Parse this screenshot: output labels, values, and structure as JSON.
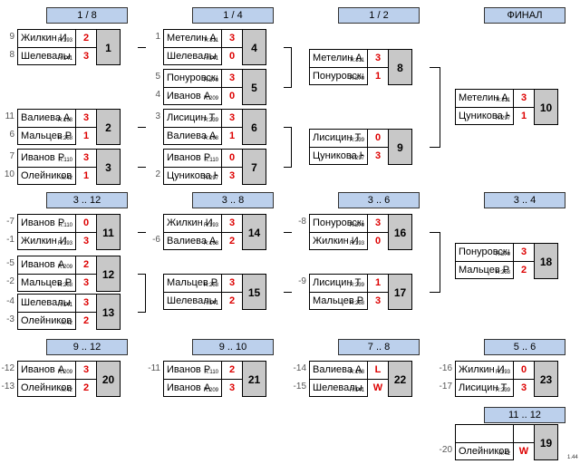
{
  "headers": {
    "r16": "1 / 8",
    "qf": "1 / 4",
    "sf": "1 / 2",
    "final": "ФИНАЛ",
    "p3_12": "3 .. 12",
    "p3_8": "3 .. 8",
    "p3_6": "3 .. 6",
    "p3_4": "3 .. 4",
    "p9_12": "9 .. 12",
    "p9_10": "9 .. 10",
    "p7_8": "7 .. 8",
    "p5_6": "5 .. 6",
    "p11_12": "11 .. 12"
  },
  "matches": {
    "m1": {
      "num": "1",
      "seed1": "9",
      "seed2": "8",
      "p1": "Жилкин И",
      "r1": "R:193",
      "s1": "2",
      "p2": "Шелевальнова",
      "r2": "R:141",
      "s2": "3"
    },
    "m2": {
      "num": "2",
      "seed1": "11",
      "seed2": "6",
      "p1": "Валиева А",
      "r1": "R:168",
      "s1": "3",
      "p2": "Мальцев Р",
      "r2": "R:268",
      "s2": "1"
    },
    "m3": {
      "num": "3",
      "seed1": "7",
      "seed2": "10",
      "p1": "Иванов Р",
      "r1": "R:110",
      "s1": "3",
      "p2": "Олейников А",
      "r2": "R:42",
      "s2": "1"
    },
    "m4": {
      "num": "4",
      "seed1": "1",
      "seed2": "",
      "p1": "Метелин А",
      "r1": "R:311",
      "s1": "3",
      "p2": "Шелевальнова",
      "r2": "R:141",
      "s2": "0"
    },
    "m5": {
      "num": "5",
      "seed1": "5",
      "seed2": "4",
      "p1": "Понуровская А",
      "r1": "R:270",
      "s1": "3",
      "p2": "Иванов А",
      "r2": "R:209",
      "s2": "0"
    },
    "m6": {
      "num": "6",
      "seed1": "3",
      "seed2": "",
      "p1": "Лисицин Т",
      "r1": "R:239",
      "s1": "3",
      "p2": "Валиева А",
      "r2": "R:168",
      "s2": "1"
    },
    "m7": {
      "num": "7",
      "seed1": "",
      "seed2": "2",
      "p1": "Иванов Р",
      "r1": "R:110",
      "s1": "0",
      "p2": "Цуникова Н",
      "r2": "R:297",
      "s2": "3"
    },
    "m8": {
      "num": "8",
      "seed1": "",
      "seed2": "",
      "p1": "Метелин А",
      "r1": "R:311",
      "s1": "3",
      "p2": "Понуровская А",
      "r2": "R:270",
      "s2": "1"
    },
    "m9": {
      "num": "9",
      "seed1": "",
      "seed2": "",
      "p1": "Лисицин Т",
      "r1": "R:239",
      "s1": "0",
      "p2": "Цуникова Н",
      "r2": "R:297",
      "s2": "3"
    },
    "m10": {
      "num": "10",
      "seed1": "",
      "seed2": "",
      "p1": "Метелин А",
      "r1": "R:311",
      "s1": "3",
      "p2": "Цуникова Н",
      "r2": "R:297",
      "s2": "1"
    },
    "m11": {
      "num": "11",
      "seed1": "-7",
      "seed2": "-1",
      "p1": "Иванов Р",
      "r1": "R:110",
      "s1": "0",
      "p2": "Жилкин И",
      "r2": "R:193",
      "s2": "3"
    },
    "m12": {
      "num": "12",
      "seed1": "-5",
      "seed2": "-2",
      "p1": "Иванов А",
      "r1": "R:209",
      "s1": "2",
      "p2": "Мальцев Р",
      "r2": "R:268",
      "s2": "3"
    },
    "m13": {
      "num": "13",
      "seed1": "-4",
      "seed2": "-3",
      "p1": "Шелевальнова",
      "r1": "R:141",
      "s1": "3",
      "p2": "Олейников А",
      "r2": "R:42",
      "s2": "2"
    },
    "m14": {
      "num": "14",
      "seed1": "",
      "seed2": "-6",
      "p1": "Жилкин И",
      "r1": "R:193",
      "s1": "3",
      "p2": "Валиева А",
      "r2": "R:168",
      "s2": "2"
    },
    "m15": {
      "num": "15",
      "seed1": "",
      "seed2": "",
      "p1": "Мальцев Р",
      "r1": "R:268",
      "s1": "3",
      "p2": "Шелевальнова",
      "r2": "R:141",
      "s2": "2"
    },
    "m16": {
      "num": "16",
      "seed1": "-8",
      "seed2": "",
      "p1": "Понуровская А",
      "r1": "R:270",
      "s1": "3",
      "p2": "Жилкин И",
      "r2": "R:193",
      "s2": "0"
    },
    "m17": {
      "num": "17",
      "seed1": "-9",
      "seed2": "",
      "p1": "Лисицин Т",
      "r1": "R:239",
      "s1": "1",
      "p2": "Мальцев Р",
      "r2": "R:268",
      "s2": "3"
    },
    "m18": {
      "num": "18",
      "seed1": "",
      "seed2": "",
      "p1": "Понуровская А",
      "r1": "R:270",
      "s1": "3",
      "p2": "Мальцев Р",
      "r2": "R:268",
      "s2": "2"
    },
    "m20": {
      "num": "20",
      "seed1": "-12",
      "seed2": "-13",
      "p1": "Иванов А",
      "r1": "R:209",
      "s1": "3",
      "p2": "Олейников А",
      "r2": "R:42",
      "s2": "2"
    },
    "m21": {
      "num": "21",
      "seed1": "-11",
      "seed2": "",
      "p1": "Иванов Р",
      "r1": "R:110",
      "s1": "2",
      "p2": "Иванов А",
      "r2": "R:209",
      "s2": "3"
    },
    "m22": {
      "num": "22",
      "seed1": "-14",
      "seed2": "-15",
      "p1": "Валиева А",
      "r1": "R:168",
      "s1": "L",
      "p2": "Шелевальнова",
      "r2": "R:141",
      "s2": "W"
    },
    "m23": {
      "num": "23",
      "seed1": "-16",
      "seed2": "-17",
      "p1": "Жилкин И",
      "r1": "R:193",
      "s1": "0",
      "p2": "Лисицин Т",
      "r2": "R:239",
      "s2": "3"
    },
    "m19": {
      "num": "19",
      "seed1": "",
      "seed2": "-20",
      "p1": "",
      "r1": "",
      "s1": "",
      "p2": "Олейников А",
      "r2": "R:42",
      "s2": "W"
    }
  },
  "footer_mark": "1.44"
}
